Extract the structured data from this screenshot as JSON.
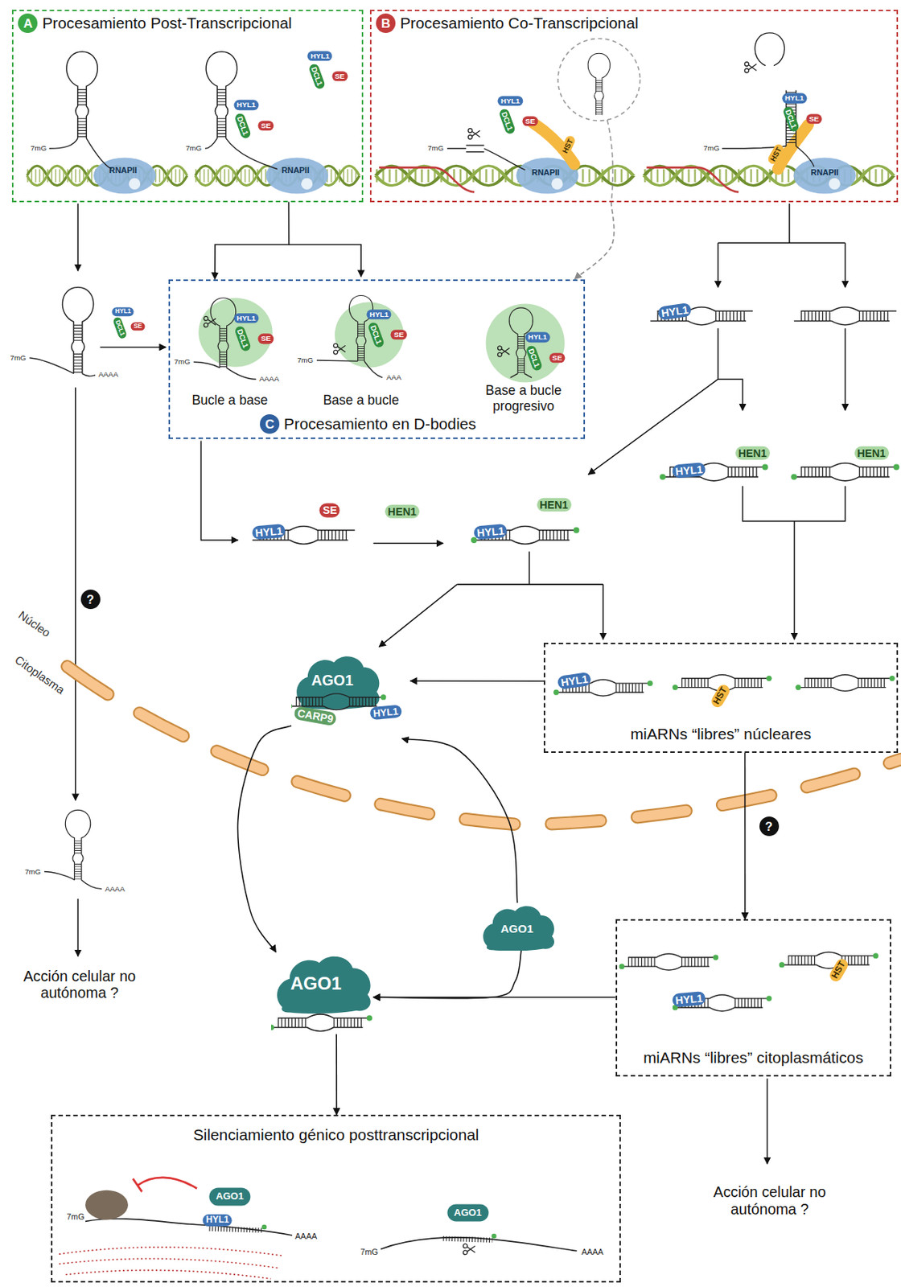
{
  "diagram": {
    "nodes": [
      {
        "text": [
          "Procesamiento Post-Transcripcional"
        ]
      },
      {
        "text": [
          "A"
        ],
        "in": 0
      },
      {
        "text": [
          "Procesamiento Co-Transcripcional"
        ]
      },
      {
        "text": [
          "B"
        ],
        "in": 2
      },
      {
        "text": [
          "Procesamiento en D-bodies"
        ]
      },
      {
        "text": [
          "C"
        ],
        "in": 4
      },
      {
        "text": [
          "AGO1"
        ]
      },
      {
        "text": [
          "miARNs “libres” núcleares"
        ]
      },
      {
        "text": [
          "AGO1"
        ]
      },
      {
        "text": [
          "miARNs “libres” citoplasmáticos"
        ]
      },
      {
        "text": [
          "AGO1"
        ]
      },
      {
        "text": [
          "Silenciamiento génico posttranscripcional"
        ]
      }
    ],
    "edges": [
      {
        "from": 0,
        "to": 4,
        "arrow": "to"
      },
      {
        "from": 2,
        "to": 4,
        "arrow": "to"
      },
      {
        "from": 7,
        "to": 6,
        "arrow": "to"
      },
      {
        "from": 7,
        "to": 9,
        "arrow": "to"
      },
      {
        "from": 6,
        "to": 10,
        "arrow": "to"
      },
      {
        "from": 8,
        "to": 6,
        "arrow": "to"
      },
      {
        "from": 8,
        "to": 10,
        "arrow": "to"
      },
      {
        "from": 9,
        "to": 10,
        "arrow": "to"
      },
      {
        "from": 10,
        "to": 11,
        "arrow": "to"
      }
    ],
    "labels": [
      "7mG",
      "RNAPII",
      "HYL1",
      "DCL1",
      "SE",
      "HYL1",
      "DCL1",
      "SE",
      "7mG",
      "RNAPII",
      "HYL1",
      "DCL1",
      "SE",
      "HST",
      "7mG",
      "RNAPII",
      "HYL1",
      "DCL1",
      "SE",
      "HST",
      "7mG",
      "RNAPII",
      "HYL1",
      "DCL1",
      "SE",
      "7mG",
      "AAAA",
      "HYL1",
      "DCL1",
      "SE",
      "7mG",
      "AAAA",
      "HYL1",
      "DCL1",
      "SE",
      "7mG",
      "AAA",
      "HYL1",
      "DCL1",
      "SE",
      "Bucle a base",
      "Base a bucle",
      "Base a bucle progresivo",
      "HYL1",
      "HYL1",
      "HEN1",
      "HEN1",
      "HYL1",
      "SE",
      "HEN1",
      "HYL1",
      "HEN1",
      "Núcleo",
      "?",
      "Citoplasma",
      "CARP9",
      "HYL1",
      "HYL1",
      "HST",
      "?",
      "7mG",
      "AAAA",
      "Acción celular no autónoma ?",
      "HST",
      "HYL1",
      "Acción celular no autónoma ?",
      "AGO1",
      "HYL1",
      "7mG",
      "AAAA",
      "AGO1",
      "7mG",
      "AAAA"
    ]
  }
}
